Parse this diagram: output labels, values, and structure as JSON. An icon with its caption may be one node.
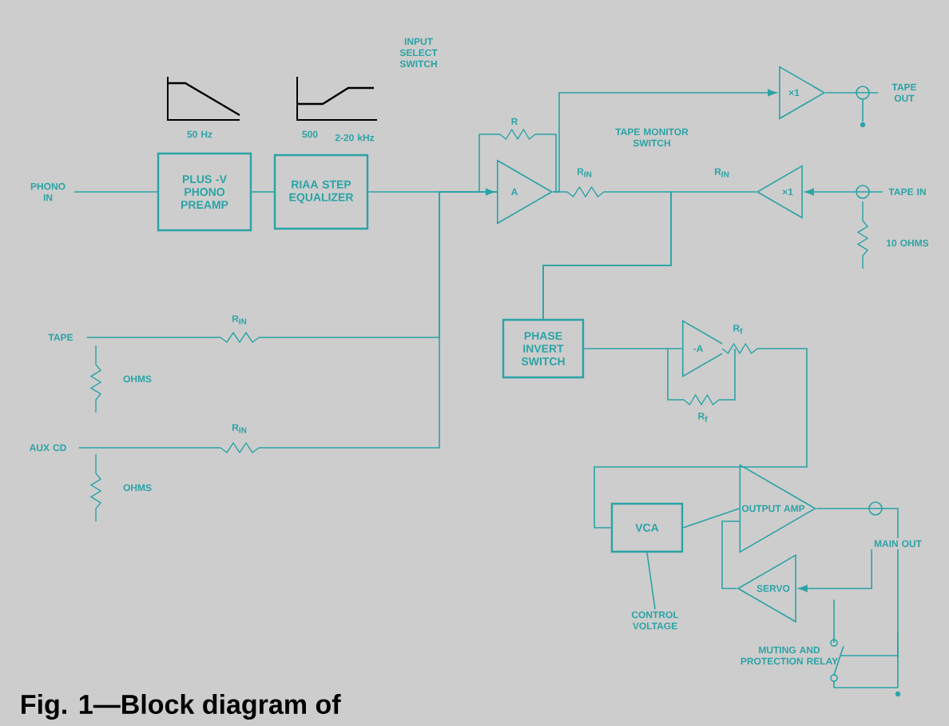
{
  "diagram": {
    "caption": "Fig. 1—Block diagram of",
    "nodes": [
      {
        "text": [
          "PHONO IN"
        ]
      },
      {
        "text": [
          "PLUS -V PHONO PREAMP"
        ]
      },
      {
        "text": [
          "RIAA STEP EQUALIZER"
        ]
      },
      {
        "text": [
          "A"
        ]
      },
      {
        "text": [
          "×1"
        ]
      },
      {
        "text": [
          "TAPE OUT"
        ]
      },
      {
        "text": [
          "×1"
        ]
      },
      {
        "text": [
          "TAPE IN"
        ]
      },
      {
        "text": [
          "PHASE INVERT SWITCH"
        ]
      },
      {
        "text": [
          "-A"
        ]
      },
      {
        "text": [
          "TAPE"
        ]
      },
      {
        "text": [
          "AUX CD"
        ]
      },
      {
        "text": [
          "VCA"
        ]
      },
      {
        "text": [
          "OUTPUT AMP"
        ]
      },
      {
        "text": [
          "SERVO"
        ]
      },
      {
        "text": [
          "MAIN OUT"
        ]
      },
      {
        "text": [
          "CONTROL VOLTAGE"
        ]
      },
      {
        "text": [
          "MUTING AND PROTECTION RELAY"
        ]
      }
    ],
    "edges": [
      {
        "from": 0,
        "to": 1,
        "arrow": "none"
      },
      {
        "from": 1,
        "to": 2,
        "arrow": "none"
      },
      {
        "from": 2,
        "to": 3,
        "arrow": "to"
      },
      {
        "from": 3,
        "to": 4,
        "arrow": "to"
      },
      {
        "from": 4,
        "to": 5,
        "arrow": "none"
      },
      {
        "from": 7,
        "to": 6,
        "arrow": "to"
      },
      {
        "from": 3,
        "to": 8,
        "arrow": "none"
      },
      {
        "from": 6,
        "to": 8,
        "arrow": "none"
      },
      {
        "from": 8,
        "to": 9,
        "arrow": "none"
      },
      {
        "from": 9,
        "to": 12,
        "arrow": "none"
      },
      {
        "from": 10,
        "to": 3,
        "arrow": "none"
      },
      {
        "from": 11,
        "to": 3,
        "arrow": "none"
      },
      {
        "from": 12,
        "to": 13,
        "arrow": "none"
      },
      {
        "from": 13,
        "to": 15,
        "arrow": "none"
      },
      {
        "from": 15,
        "to": 14,
        "arrow": "to"
      },
      {
        "from": 14,
        "to": 13,
        "arrow": "none"
      },
      {
        "from": 16,
        "to": 12,
        "arrow": "none"
      },
      {
        "from": 17,
        "to": 15,
        "arrow": "none"
      }
    ],
    "labels": [
      "50 Hz",
      "500",
      "2-20 kHz",
      "INPUT SELECT SWITCH",
      "R",
      "TAPE MONITOR SWITCH",
      "R$_{IN}$",
      "R$_{IN}$",
      "10 OHMS",
      "R$_{f}$",
      "R$_{IN}$",
      "OHMS",
      "R$_{f}$",
      "R$_{IN}$",
      "OHMS"
    ]
  }
}
